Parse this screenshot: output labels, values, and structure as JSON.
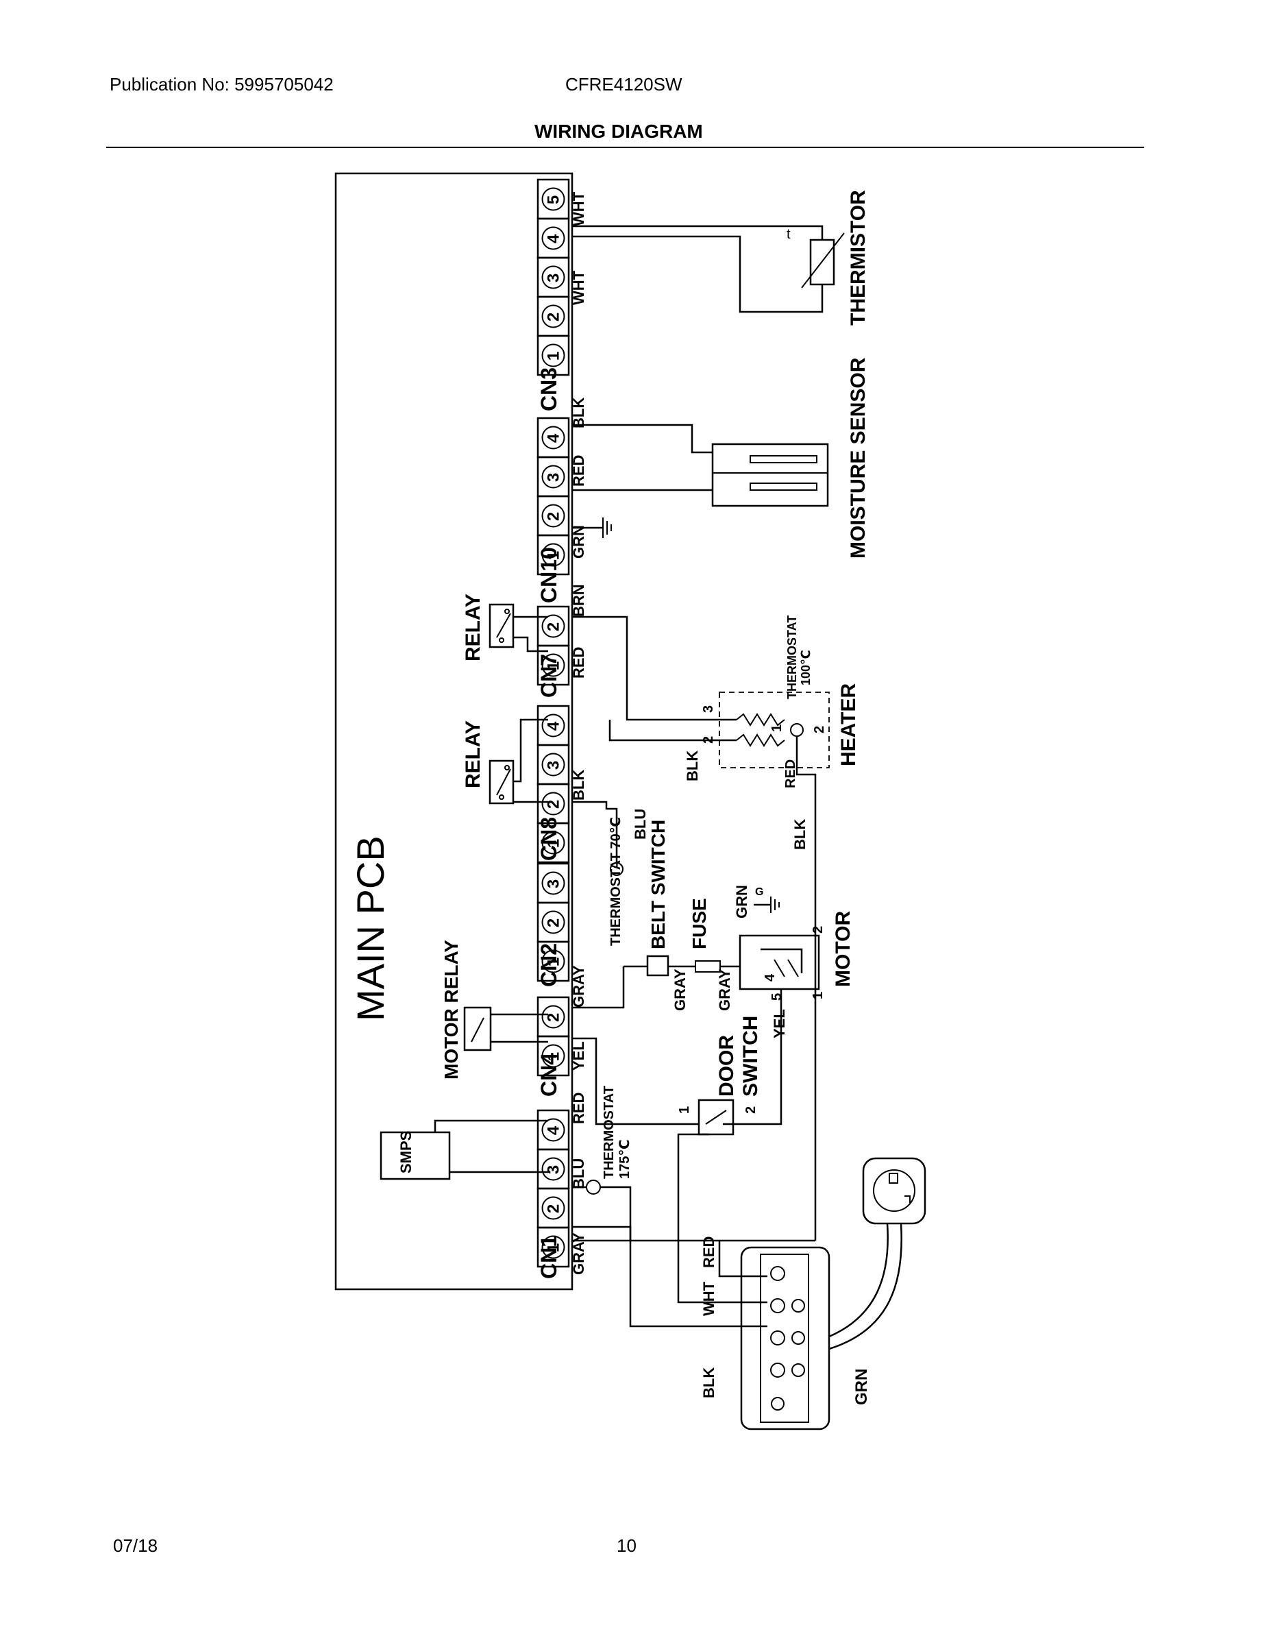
{
  "header": {
    "publication": "Publication No: 5995705042",
    "model": "CFRE4120SW",
    "title": "WIRING DIAGRAM"
  },
  "footer": {
    "date": "07/18",
    "page": "10"
  },
  "diagram": {
    "board": "MAIN PCB",
    "connectors": [
      {
        "name": "CN3",
        "pins": [
          "1",
          "2",
          "3",
          "4",
          "5"
        ]
      },
      {
        "name": "CN10",
        "pins": [
          "1",
          "2",
          "3",
          "4"
        ]
      },
      {
        "name": "CN7",
        "pins": [
          "1",
          "2"
        ]
      },
      {
        "name": "CN8",
        "pins": [
          "1",
          "2",
          "3",
          "4"
        ]
      },
      {
        "name": "CN2",
        "pins": [
          "1",
          "2",
          "3"
        ]
      },
      {
        "name": "CN4",
        "pins": [
          "1",
          "2"
        ]
      },
      {
        "name": "CN1",
        "pins": [
          "1",
          "2",
          "3",
          "4"
        ]
      }
    ],
    "wire_colors": {
      "wht": "WHT",
      "blk": "BLK",
      "red": "RED",
      "grn": "GRN",
      "brn": "BRN",
      "gray": "GRAY",
      "yel": "YEL",
      "blu": "BLU"
    },
    "components": {
      "thermistor": "THERMISTOR",
      "thermistor_t": "t",
      "moisture_sensor": "MOISTURE SENSOR",
      "relay": "RELAY",
      "motor_relay": "MOTOR RELAY",
      "heater": "HEATER",
      "thermostat_100": "THERMOSTAT",
      "thermostat_100_temp": "100℃",
      "thermostat_70": "THERMOSTAT 70℃",
      "belt_switch": "BELT SWITCH",
      "fuse": "FUSE",
      "motor": "MOTOR",
      "door_switch_1": "DOOR",
      "door_switch_2": "SWITCH",
      "smps": "SMPS",
      "thermostat_175": "THERMOSTAT",
      "thermostat_175_temp": "175℃",
      "ground_g": "G"
    },
    "terminal_numbers": [
      "1",
      "2",
      "3",
      "4",
      "5"
    ],
    "terminal_block_labels": [
      "RED",
      "WHT",
      "BLK"
    ]
  }
}
